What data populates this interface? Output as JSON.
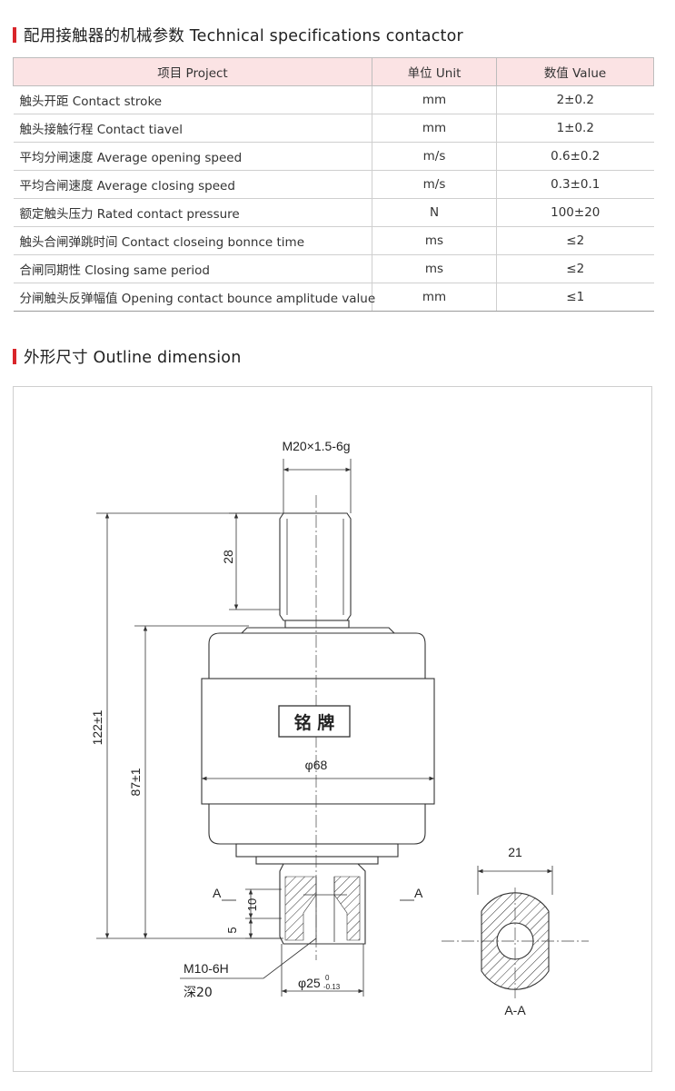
{
  "spec_section": {
    "title": "配用接触器的机械参数 Technical specifications contactor"
  },
  "table": {
    "headers": [
      "项目 Project",
      "单位 Unit",
      "数值 Value"
    ],
    "rows": [
      {
        "project": "触头开距 Contact stroke",
        "unit": "mm",
        "value": "2±0.2"
      },
      {
        "project": "触头接触行程 Contact tiavel",
        "unit": "mm",
        "value": "1±0.2"
      },
      {
        "project": "平均分闸速度 Average opening speed",
        "unit": "m/s",
        "value": "0.6±0.2"
      },
      {
        "project": "平均合闸速度 Average closing speed",
        "unit": "m/s",
        "value": "0.3±0.1"
      },
      {
        "project": "额定触头压力 Rated contact pressure",
        "unit": "N",
        "value": "100±20"
      },
      {
        "project": "触头合闸弹跳时间 Contact closeing bonnce time",
        "unit": "ms",
        "value": "≤2"
      },
      {
        "project": "合闸同期性 Closing same period",
        "unit": "ms",
        "value": "≤2"
      },
      {
        "project": "分闸触头反弹幅值 Opening contact bounce amplitude value",
        "unit": "mm",
        "value": "≤1"
      }
    ]
  },
  "outline_section": {
    "title": "外形尺寸 Outline dimension"
  },
  "drawing": {
    "thread_label": "M20×1.5-6g",
    "dim_28": "28",
    "dim_122": "122±1",
    "dim_87": "87±1",
    "nameplate": "铭 牌",
    "diameter_68": "φ68",
    "section_a_left": "A",
    "section_a_right": "A",
    "dim_10": "10",
    "dim_5": "5",
    "tap_label": "M10-6H",
    "depth_label": "深20",
    "diameter_25": "φ25",
    "tol_upper": "0",
    "tol_lower": "-0.13",
    "dim_21": "21",
    "section_aa": "A-A"
  }
}
